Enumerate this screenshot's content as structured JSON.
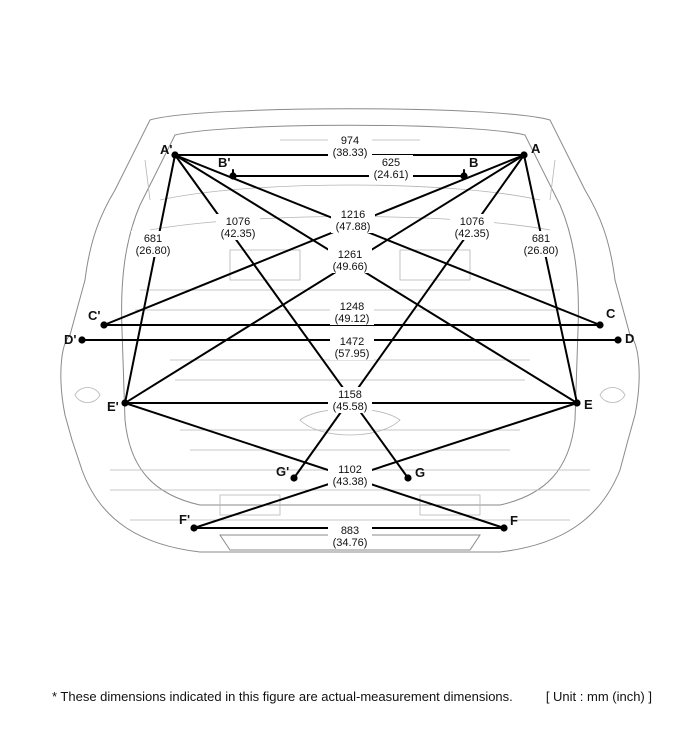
{
  "points": [
    {
      "id": "A'",
      "label": "A'"
    },
    {
      "id": "A",
      "label": "A"
    },
    {
      "id": "B'",
      "label": "B'"
    },
    {
      "id": "B",
      "label": "B"
    },
    {
      "id": "C'",
      "label": "C'"
    },
    {
      "id": "C",
      "label": "C"
    },
    {
      "id": "D'",
      "label": "D'"
    },
    {
      "id": "D",
      "label": "D"
    },
    {
      "id": "E'",
      "label": "E'"
    },
    {
      "id": "E",
      "label": "E"
    },
    {
      "id": "F'",
      "label": "F'"
    },
    {
      "id": "F",
      "label": "F"
    },
    {
      "id": "G'",
      "label": "G'"
    },
    {
      "id": "G",
      "label": "G"
    }
  ],
  "measurements": [
    {
      "from": "A'",
      "to": "A",
      "mm": "974",
      "inch": "(38.33)"
    },
    {
      "from": "B'",
      "to": "B",
      "mm": "625",
      "inch": "(24.61)"
    },
    {
      "from": "A'",
      "to": "G",
      "mm": "1076",
      "inch": "(42.35)"
    },
    {
      "from": "A",
      "to": "G'",
      "mm": "1076",
      "inch": "(42.35)"
    },
    {
      "from": "A'",
      "to": "C",
      "mm": "1216",
      "inch": "(47.88)"
    },
    {
      "from": "A",
      "to": "C'",
      "mm": "1216",
      "inch": "(47.88)"
    },
    {
      "from": "A'",
      "to": "E",
      "mm": "1261",
      "inch": "(49.66)"
    },
    {
      "from": "A",
      "to": "E'",
      "mm": "1261",
      "inch": "(49.66)"
    },
    {
      "from": "A'",
      "to": "E'",
      "mm": "681",
      "inch": "(26.80)"
    },
    {
      "from": "A",
      "to": "E",
      "mm": "681",
      "inch": "(26.80)"
    },
    {
      "from": "C'",
      "to": "C",
      "mm": "1248",
      "inch": "(49.12)"
    },
    {
      "from": "D'",
      "to": "D",
      "mm": "1472",
      "inch": "(57.95)"
    },
    {
      "from": "E'",
      "to": "E",
      "mm": "1158",
      "inch": "(45.58)"
    },
    {
      "from": "E'",
      "to": "F",
      "mm": "1102",
      "inch": "(43.38)"
    },
    {
      "from": "E",
      "to": "F'",
      "mm": "1102",
      "inch": "(43.38)"
    },
    {
      "from": "F'",
      "to": "F",
      "mm": "883",
      "inch": "(34.76)"
    }
  ],
  "footer": {
    "note": "*  These dimensions indicated in this figure are actual-measurement dimensions.",
    "unit": "[ Unit : mm (inch) ]"
  },
  "colors": {
    "line": "#000000",
    "body": "#8a8a8a"
  }
}
